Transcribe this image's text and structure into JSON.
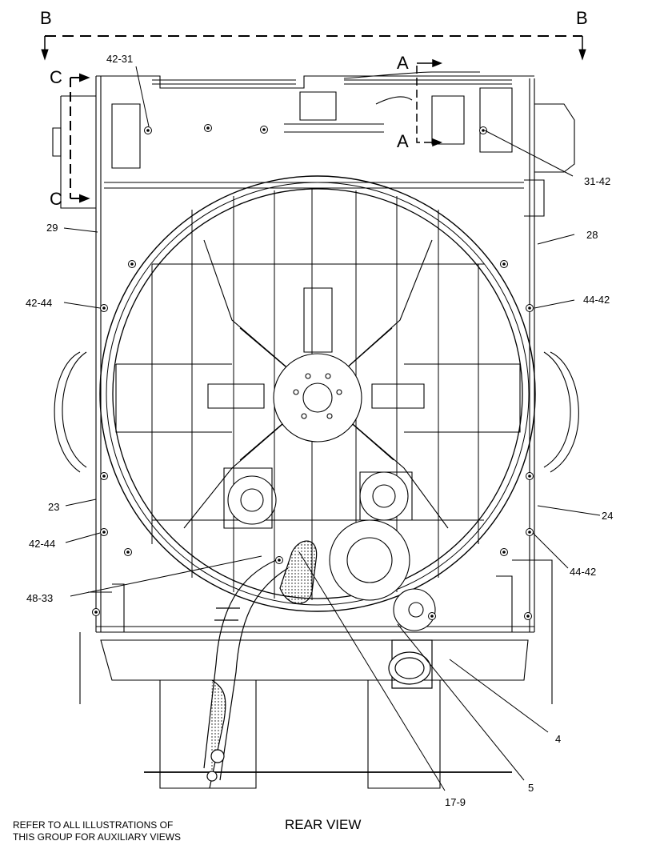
{
  "section_markers": {
    "b_left": "B",
    "b_right": "B",
    "a_top": "A",
    "a_bottom": "A",
    "c_top": "C",
    "c_bottom": "C"
  },
  "callouts": {
    "c_42_31": "42-31",
    "c_31_42": "31-42",
    "c_28": "28",
    "c_29": "29",
    "c_42_44_upper": "42-44",
    "c_44_42_upper": "44-42",
    "c_23": "23",
    "c_24": "24",
    "c_42_44_lower": "42-44",
    "c_44_42_lower": "44-42",
    "c_48_33": "48-33",
    "c_4": "4",
    "c_5": "5",
    "c_17_9": "17-9"
  },
  "footer": {
    "note_line1": "REFER TO ALL ILLUSTRATIONS OF",
    "note_line2": "THIS GROUP FOR AUXILIARY VIEWS",
    "view_title": "REAR VIEW"
  }
}
